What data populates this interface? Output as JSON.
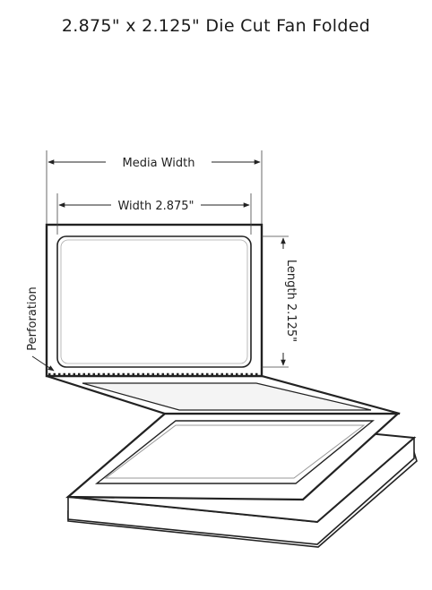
{
  "title": "2.875\" x 2.125\" Die Cut Fan Folded",
  "labels": {
    "media_width": "Media Width",
    "label_width": "Width 2.875\"",
    "label_length": "Length 2.125\"",
    "perforation": "Perforation"
  }
}
